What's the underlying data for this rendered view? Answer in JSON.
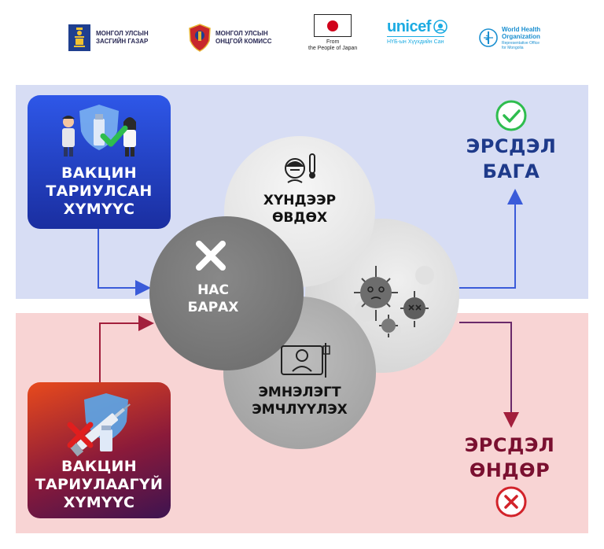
{
  "logos": {
    "government": {
      "text": "МОНГОЛ УЛСЫН\nЗАСГИЙН ГАЗАР"
    },
    "commission": {
      "text": "МОНГОЛ УЛСЫН\nОНЦГОЙ КОМИСС"
    },
    "japan": {
      "text": "From\nthe People of Japan"
    },
    "unicef": {
      "word": "unicef",
      "subtitle": "НҮБ-ын Хүүхдийн Сан"
    },
    "who": {
      "text": "World Health\nOrganization",
      "subtitle": "Representative Office\nfor Mongolia"
    }
  },
  "diagram": {
    "vaccinated_label": "ВАКЦИН\nТАРИУЛСАН\nХҮМҮҮС",
    "unvaccinated_label": "ВАКЦИН\nТАРИУЛААГҮЙ\nХҮМҮҮС",
    "severe_label": "ХҮНДЭЭР\nӨВДӨХ",
    "death_label": "НАС\nБАРАХ",
    "hospital_label": "ЭМНЭЛЭГТ\nЭМЧЛҮҮЛЭХ",
    "low_risk_label": "ЭРСДЭЛ\nБАГА",
    "high_risk_label": "ЭРСДЭЛ\nӨНДӨР"
  },
  "colors": {
    "top_band": "#d7ddf4",
    "bottom_band": "#f8d4d4",
    "blue_arrow": "#3a5bd9",
    "red_arrow": "#a21f3c",
    "low_risk_text": "#1e3a8a",
    "high_risk_text": "#7a1030",
    "check_green": "#2ebd4e",
    "cross_red": "#d2232a"
  },
  "icons": {
    "check": "check-circle-icon",
    "cross": "cross-circle-icon",
    "death_x": "x-mark-icon",
    "thermometer": "sick-person-thermometer-icon",
    "hospital": "hospital-bed-icon",
    "virus": "virus-icon",
    "people_shield": "people-shield-icon",
    "syringe_shield": "syringe-shield-icon"
  }
}
